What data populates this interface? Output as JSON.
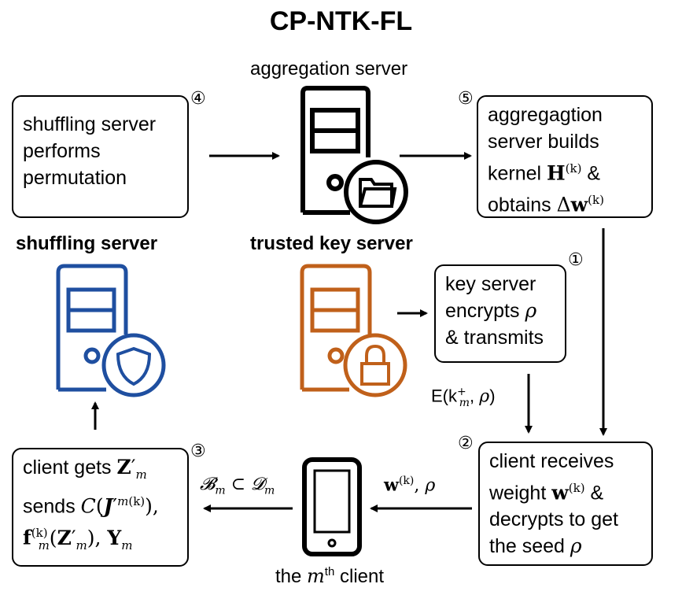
{
  "title": "CP-NTK-FL",
  "labels": {
    "aggregation_server": "aggregation server",
    "shuffling_server": "shuffling server",
    "trusted_key_server": "trusted key server",
    "client_prefix": "the ",
    "client_m": "m",
    "client_sup": "th",
    "client_suffix": " client"
  },
  "steps": [
    {
      "num": "①",
      "lines": [
        "key server",
        "encrypts ρ",
        "& transmits"
      ]
    },
    {
      "num": "②",
      "lines": [
        "client receives",
        "weight w(k) &",
        "decrypts to get",
        "the seed ρ"
      ]
    },
    {
      "num": "③",
      "lines": [
        "client gets Z′m",
        "sends C(J′m(k)),",
        "fm(k)(Z′m), Ym"
      ]
    },
    {
      "num": "④",
      "lines": [
        "shuffling server",
        "performs",
        "permutation"
      ]
    },
    {
      "num": "⑤",
      "lines": [
        "aggregagtion",
        "server builds",
        "kernel H(k) &",
        "obtains Δw(k)"
      ]
    }
  ],
  "edge_labels": {
    "encrypted_key": "E(k+m, ρ)",
    "weights": "w(k), ρ",
    "subset": "Bm ⊂ Dm"
  },
  "icons": {
    "aggregation": "server-folder-icon",
    "shuffling": "server-shield-icon",
    "key": "server-lock-icon",
    "client": "smartphone-icon"
  },
  "colors": {
    "aggregation": "#000000",
    "shuffling": "#1f4fa0",
    "key": "#c0601a"
  }
}
